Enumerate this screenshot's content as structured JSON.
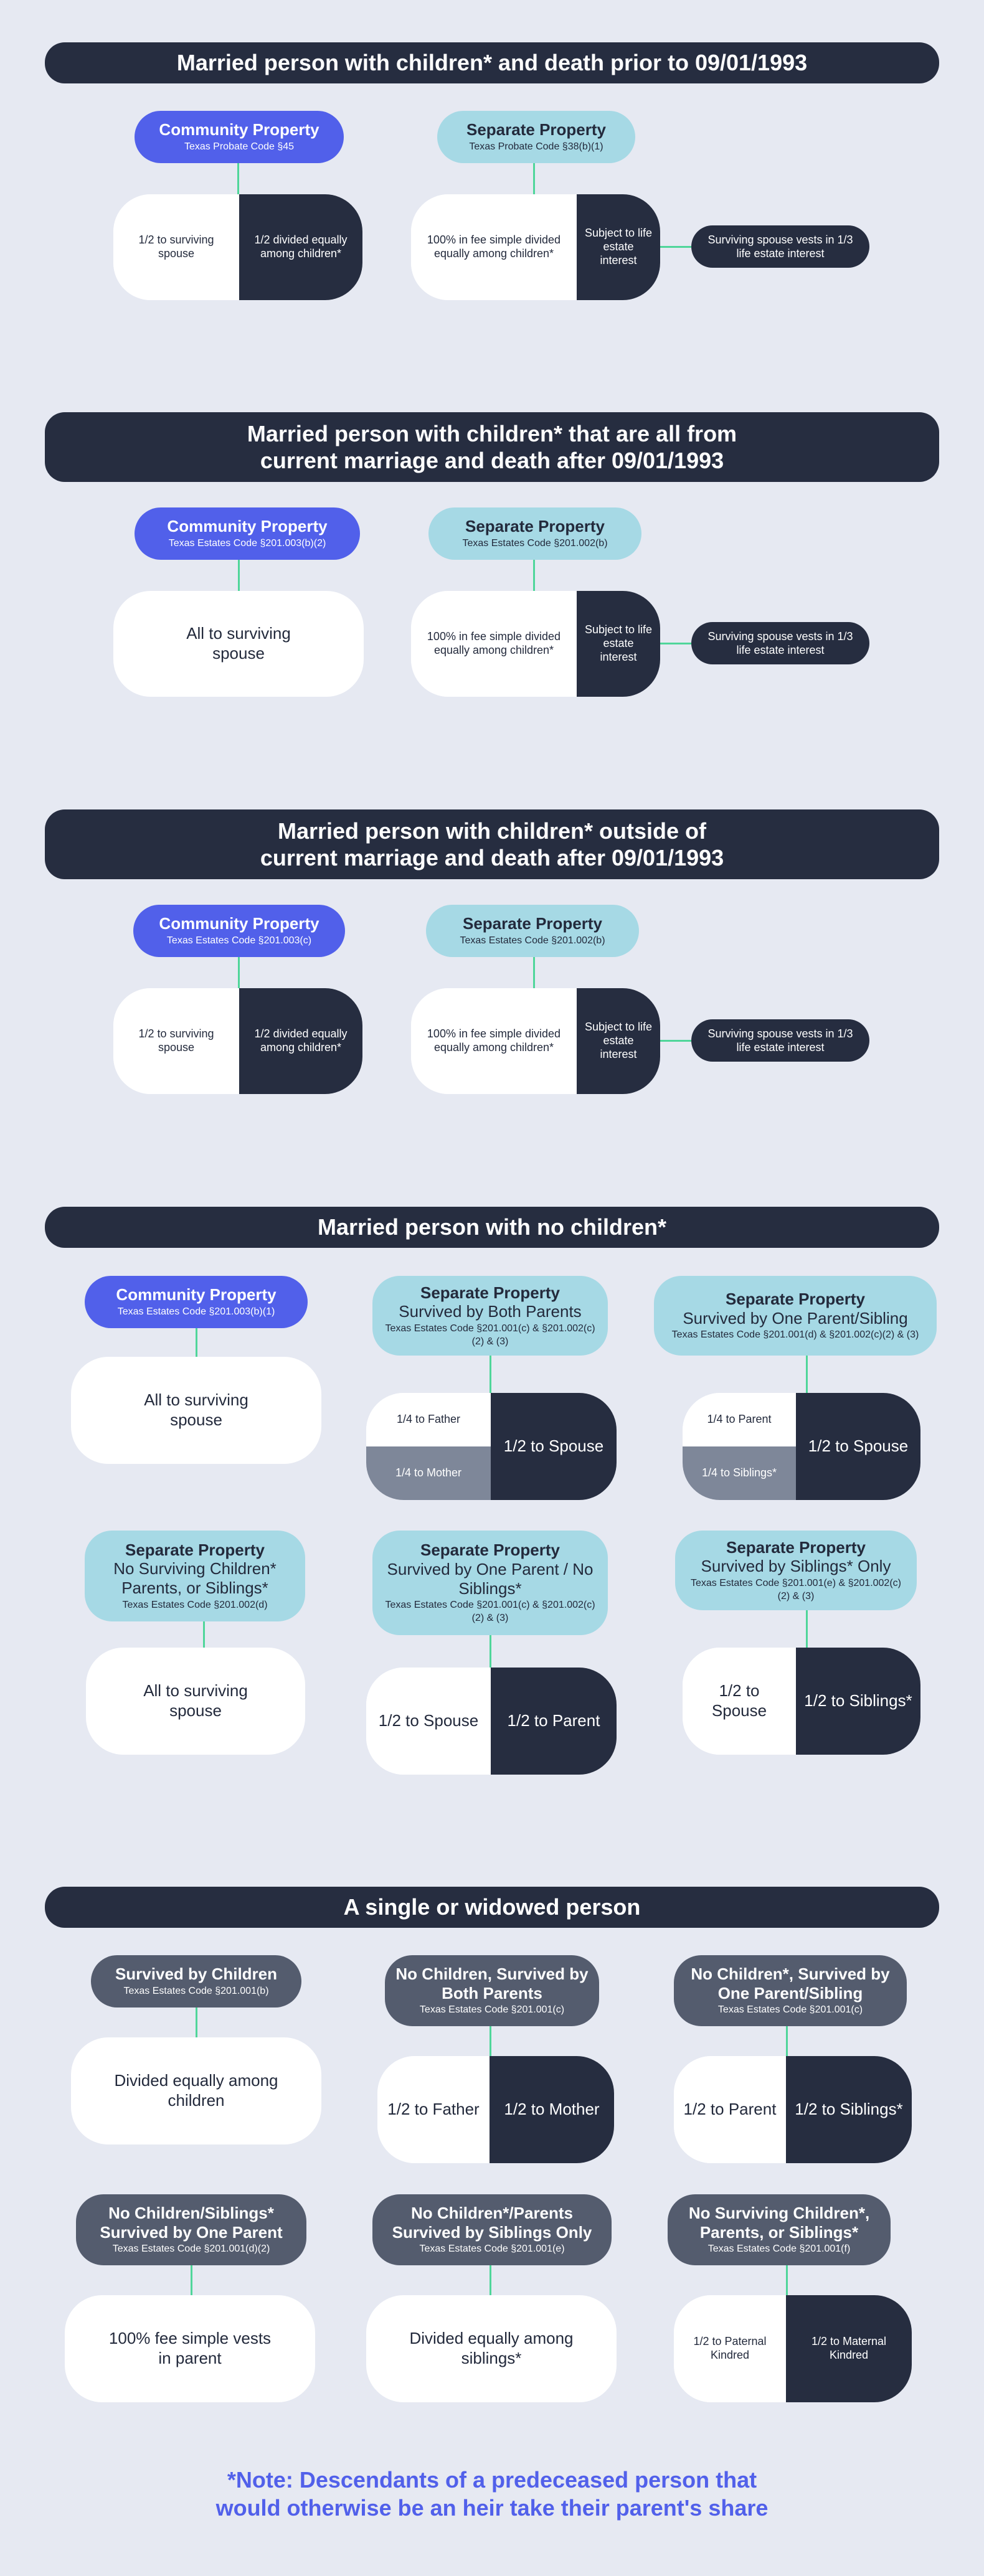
{
  "s1": {
    "title": "Married person with children* and death prior to 09/01/1993",
    "community": {
      "title": "Community Property",
      "code": "Texas Probate Code §45"
    },
    "separate": {
      "title": "Separate Property",
      "code": "Texas Probate Code §38(b)(1)"
    },
    "comm_left": "1/2 to surviving spouse",
    "comm_right": "1/2 divided equally among children*",
    "sep_left": "100% in fee simple divided equally among children*",
    "sep_right": "Subject to life estate interest",
    "side": "Surviving spouse vests in 1/3 life estate interest"
  },
  "s2": {
    "title_line1": "Married person with children* that are all from",
    "title_line2": "current marriage and death after 09/01/1993",
    "community": {
      "title": "Community Property",
      "code": "Texas Estates Code §201.003(b)(2)"
    },
    "separate": {
      "title": "Separate Property",
      "code": "Texas Estates Code §201.002(b)"
    },
    "comm_all": "All to surviving spouse",
    "sep_left": "100% in fee simple divided equally among children*",
    "sep_right": "Subject to life estate interest",
    "side": "Surviving spouse vests in 1/3 life estate interest"
  },
  "s3": {
    "title_line1": "Married person with children* outside of",
    "title_line2": "current marriage and death after 09/01/1993",
    "community": {
      "title": "Community Property",
      "code": "Texas Estates Code §201.003(c)"
    },
    "separate": {
      "title": "Separate Property",
      "code": "Texas Estates Code §201.002(b)"
    },
    "comm_left": "1/2 to surviving spouse",
    "comm_right": "1/2 divided equally among children*",
    "sep_left": "100% in fee simple divided equally among children*",
    "sep_right": "Subject to life estate interest",
    "side": "Surviving spouse vests in 1/3 life estate interest"
  },
  "s4": {
    "title": "Married person with no children*",
    "a": {
      "title": "Community Property",
      "code": "Texas Estates Code §201.003(b)(1)",
      "result": "All to surviving spouse"
    },
    "b": {
      "title1": "Separate Property",
      "title2": "Survived by Both Parents",
      "code": "Texas Estates Code §201.001(c) & §201.002(c)(2) & (3)",
      "top": "1/4 to Father",
      "bottom": "1/4 to Mother",
      "right": "1/2 to Spouse"
    },
    "c": {
      "title1": "Separate Property",
      "title2": "Survived by One Parent/Sibling",
      "code": "Texas Estates Code §201.001(d) & §201.002(c)(2) & (3)",
      "top": "1/4 to Parent",
      "bottom": "1/4 to Siblings*",
      "right": "1/2 to Spouse"
    },
    "d": {
      "title1": "Separate Property",
      "title2": "No Surviving Children* Parents, or Siblings*",
      "code": "Texas Estates Code §201.002(d)",
      "result": "All to surviving spouse"
    },
    "e": {
      "title1": "Separate Property",
      "title2": "Survived by One Parent / No Siblings*",
      "code": "Texas Estates Code §201.001(c) & §201.002(c)(2) & (3)",
      "left": "1/2 to Spouse",
      "right": "1/2 to Parent"
    },
    "f": {
      "title1": "Separate Property",
      "title2": "Survived by Siblings* Only",
      "code": "Texas Estates Code §201.001(e) & §201.002(c)(2) & (3)",
      "left": "1/2 to Spouse",
      "right": "1/2 to Siblings*"
    }
  },
  "s5": {
    "title": "A single or widowed person",
    "a": {
      "title": "Survived by Children",
      "code": "Texas Estates Code §201.001(b)",
      "result": "Divided equally among children"
    },
    "b": {
      "title": "No Children, Survived by Both Parents",
      "code": "Texas Estates Code §201.001(c)",
      "left": "1/2 to Father",
      "right": "1/2 to Mother"
    },
    "c": {
      "title": "No Children*, Survived by One Parent/Sibling",
      "code": "Texas Estates Code §201.001(c)",
      "left": "1/2 to Parent",
      "right": "1/2 to Siblings*"
    },
    "d": {
      "title": "No Children/Siblings* Survived by One Parent",
      "code": "Texas Estates Code §201.001(d)(2)",
      "result": "100% fee simple vests in parent"
    },
    "e": {
      "title": "No Children*/Parents Survived by Siblings Only",
      "code": "Texas Estates Code §201.001(e)",
      "result": "Divided equally among siblings*"
    },
    "f": {
      "title": "No Surviving Children*, Parents, or Siblings*",
      "code": "Texas Estates Code §201.001(f)",
      "left": "1/2 to Paternal Kindred",
      "right": "1/2 to Maternal Kindred"
    }
  },
  "note": {
    "line1": "*Note: Descendants of a predeceased person that",
    "line2": "would otherwise be an heir take their parent's share"
  }
}
